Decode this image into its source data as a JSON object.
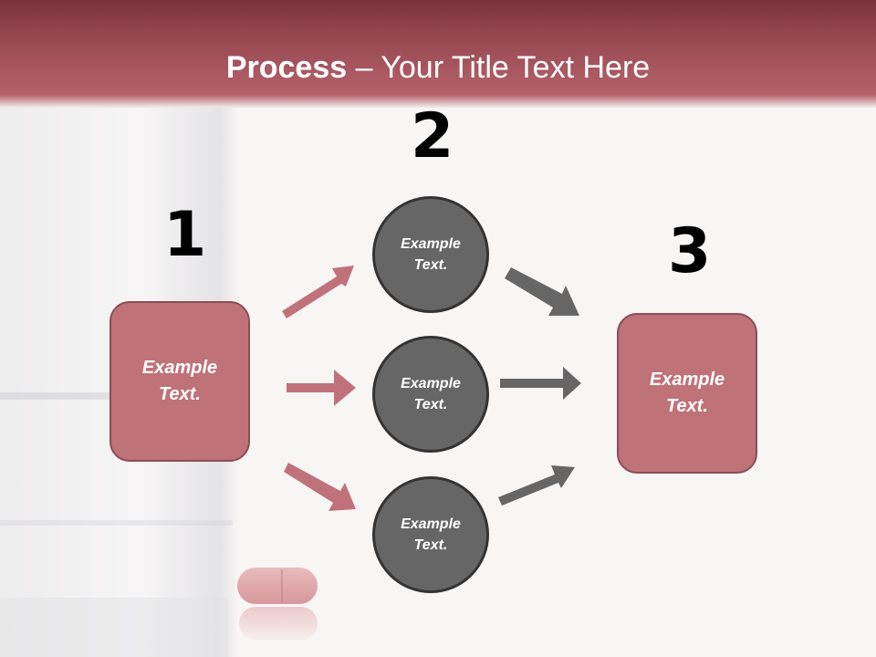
{
  "slide": {
    "title_bold": "Process",
    "title_rest": " – Your Title Text Here"
  },
  "steps": [
    {
      "number": "1",
      "label": "Example Text.",
      "shape": "rounded-box"
    },
    {
      "number": "2",
      "items": [
        {
          "label": "Example Text.",
          "shape": "circle"
        },
        {
          "label": "Example Text.",
          "shape": "circle"
        },
        {
          "label": "Example Text.",
          "shape": "circle"
        }
      ]
    },
    {
      "number": "3",
      "label": "Example Text.",
      "shape": "rounded-box"
    }
  ],
  "colors": {
    "header": "#a95760",
    "box_fill": "#bf7278",
    "box_border": "#8a4e56",
    "circle_fill": "#666666",
    "circle_border": "#333333",
    "arrow_in": "#c0727a",
    "arrow_out": "#666666"
  }
}
